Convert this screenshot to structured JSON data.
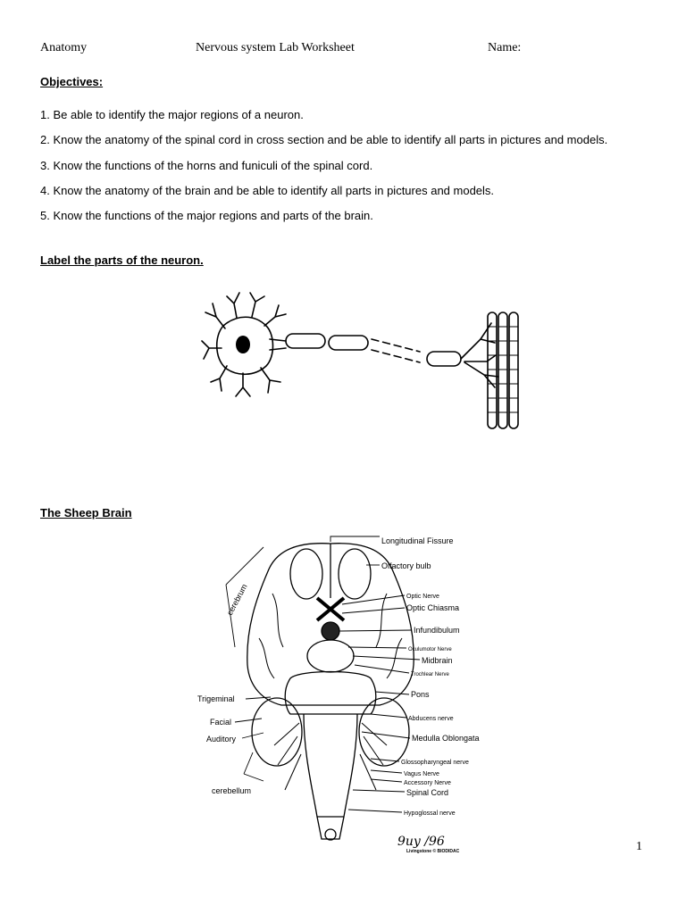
{
  "header": {
    "course": "Anatomy",
    "title": "Nervous system Lab Worksheet",
    "name_label": "Name:"
  },
  "objectives": {
    "heading": "Objectives:",
    "items": [
      "1. Be able to identify the major regions of a neuron.",
      "2. Know the anatomy of the spinal cord in cross section and be able to identify all parts in pictures and models.",
      "3. Know the functions of the horns and funiculi of the spinal cord.",
      "4. Know the anatomy of the brain and be able to identify all parts in pictures and models.",
      "5. Know the functions of the major regions and parts of the brain."
    ]
  },
  "neuron_section": {
    "heading": "Label the parts of the neuron."
  },
  "brain_section": {
    "heading": "The Sheep Brain",
    "labels_right": [
      "Longitudinal Fissure",
      "Olfactory bulb",
      "Optic Nerve",
      "Optic Chiasma",
      "Infundibulum",
      "Oculumotor Nerve",
      "Midbrain",
      "Trochlear Nerve",
      "Pons",
      "Abducens nerve",
      "Medulla Oblongata",
      "Glossopharyngeal nerve",
      "Vagus Nerve",
      "Accessory Nerve",
      "Spinal Cord",
      "Hypoglossal nerve"
    ],
    "labels_left": [
      "cerebrum",
      "Trigeminal",
      "Facial",
      "Auditory",
      "cerebellum"
    ],
    "signature": "9uy /96",
    "credit": "Livingstone © BIODIDAC"
  },
  "page_number": "1"
}
